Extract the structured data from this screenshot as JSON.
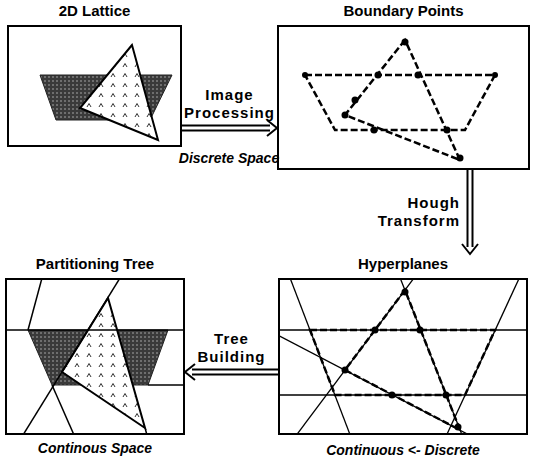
{
  "diagram": {
    "nodes": [
      {
        "text": [
          "2D Lattice"
        ]
      },
      {
        "text": [
          "Boundary Points"
        ]
      },
      {
        "text": [
          "Partitioning Tree"
        ]
      },
      {
        "text": [
          "Hyperplanes"
        ]
      }
    ],
    "edges": [
      {
        "from": 0,
        "to": 1,
        "label": "Image Processing",
        "arrow": "to"
      },
      {
        "from": 1,
        "to": 3,
        "label": "Hough Transform",
        "arrow": "to"
      },
      {
        "from": 3,
        "to": 2,
        "label": "Tree Building",
        "arrow": "to"
      }
    ],
    "labels": [
      "Discrete Space",
      "Continous Space",
      "Continuous <- Discrete"
    ]
  }
}
